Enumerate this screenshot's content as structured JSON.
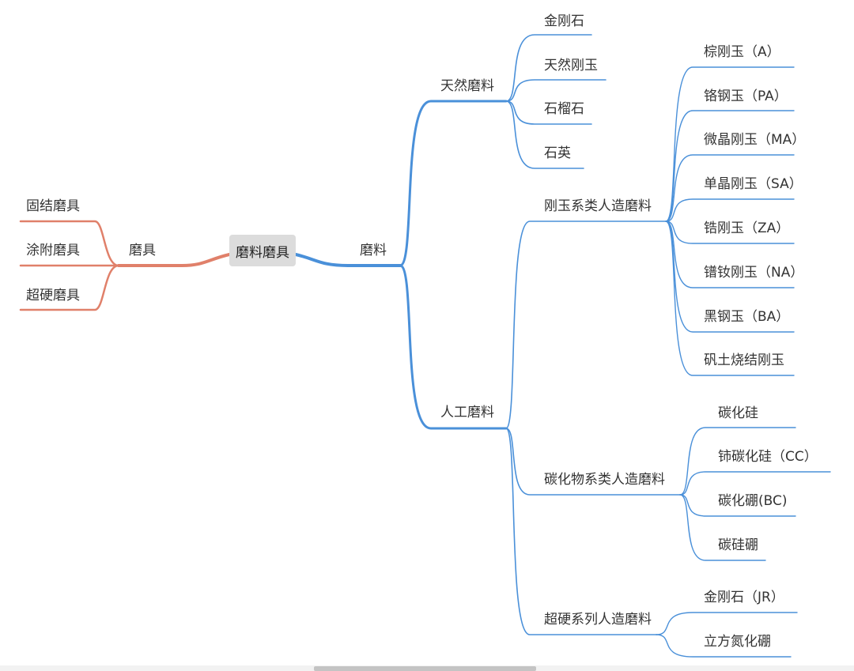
{
  "colors": {
    "right_branch": "#4a90d9",
    "left_branch": "#e0806a",
    "root_bg": "#dcdcdc",
    "text": "#333333"
  },
  "root": {
    "label": "磨料磨具"
  },
  "left": {
    "branch": "磨具",
    "children": [
      "固结磨具",
      "涂附磨具",
      "超硬磨具"
    ]
  },
  "right": {
    "branch": "磨料",
    "natural": {
      "label": "天然磨料",
      "children": [
        "金刚石",
        "天然刚玉",
        "石榴石",
        "石英"
      ]
    },
    "artificial": {
      "label": "人工磨料",
      "corundum": {
        "label": "刚玉系类人造磨料",
        "children": [
          "棕刚玉（A）",
          "铬钢玉（PA）",
          "微晶刚玉（MA）",
          "单晶刚玉（SA）",
          "锆刚玉（ZA）",
          "镨钕刚玉（NA）",
          "黑钢玉（BA）",
          "矾土烧结刚玉"
        ]
      },
      "carbide": {
        "label": "碳化物系类人造磨料",
        "children": [
          "碳化硅",
          "铈碳化硅（CC）",
          "碳化硼(BC)",
          "碳硅硼"
        ]
      },
      "superhard": {
        "label": "超硬系列人造磨料",
        "children": [
          "金刚石（JR）",
          "立方氮化硼"
        ]
      }
    }
  }
}
